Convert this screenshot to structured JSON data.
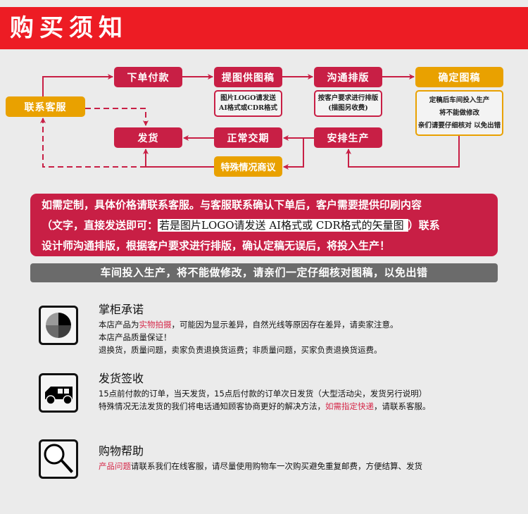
{
  "header": {
    "title": "购买须知",
    "bg_color": "#ed1c24"
  },
  "flow": {
    "colors": {
      "primary": "#c81f45",
      "secondary": "#e9a100"
    },
    "steps": {
      "contact": "联系客服",
      "pay": "下单付款",
      "provide": "提图供图稿",
      "communicate": "沟通排版",
      "confirm": "确定图稿",
      "ship": "发货",
      "normal": "正常交期",
      "produce": "安排生产",
      "special": "特殊情况商议"
    },
    "notes": {
      "provide": [
        "图片LOGO请发送",
        "AI格式或CDR格式"
      ],
      "communicate": [
        "按客户要求进行排版",
        "(描图另收费)"
      ],
      "confirm": [
        "定稿后车间投入生产",
        "将不能做修改",
        "亲们请要仔细核对  以免出错"
      ]
    }
  },
  "banner": {
    "line1": "如需定制，具体价格请联系客服。与客服联系确认下单后，客户需要提供印刷内容",
    "line2_before": "（文字，直接发送即可：",
    "line2_highlight": "若是图片LOGO请发送 AI格式或 CDR格式的矢量图",
    "line2_after": "）联系",
    "line3": "设计师沟通排版，根据客户要求进行排版，确认定稿无误后，将投入生产！"
  },
  "warning_bar": "车间投入生产，将不能做修改，请亲们一定仔细核对图稿，以免出错",
  "sections": [
    {
      "icon": "color-wheel-icon",
      "title": "掌柜承诺",
      "lines": [
        {
          "before": "本店产品为",
          "em": "实物拍摄",
          "after": "，可能因为显示差异，自然光线等原因存在差异，请卖家注意。"
        },
        {
          "before": "本店产品质量保证！",
          "em": "",
          "after": ""
        },
        {
          "before": "退换货，质量问题，卖家负责退换货运费；非质量问题，买家负责退换货运费。",
          "em": "",
          "after": ""
        }
      ]
    },
    {
      "icon": "delivery-van-icon",
      "title": "发货签收",
      "lines": [
        {
          "before": "15点前付款的订单，当天发货，15点后付款的订单次日发货（大型活动尖，发货另行说明）",
          "em": "",
          "after": ""
        },
        {
          "before": "特殊情况无法发货的我们将电话通知顾客协商更好的解决方法，",
          "em": "如需指定快递",
          "after": "，请联系客服。"
        }
      ]
    },
    {
      "icon": "magnifier-icon",
      "title": "购物帮助",
      "lines": [
        {
          "before": "",
          "em": "产品问题",
          "after": "请联系我们在线客服，请尽量使用购物车一次购买避免重复邮费，方便结算、发货"
        }
      ]
    }
  ]
}
